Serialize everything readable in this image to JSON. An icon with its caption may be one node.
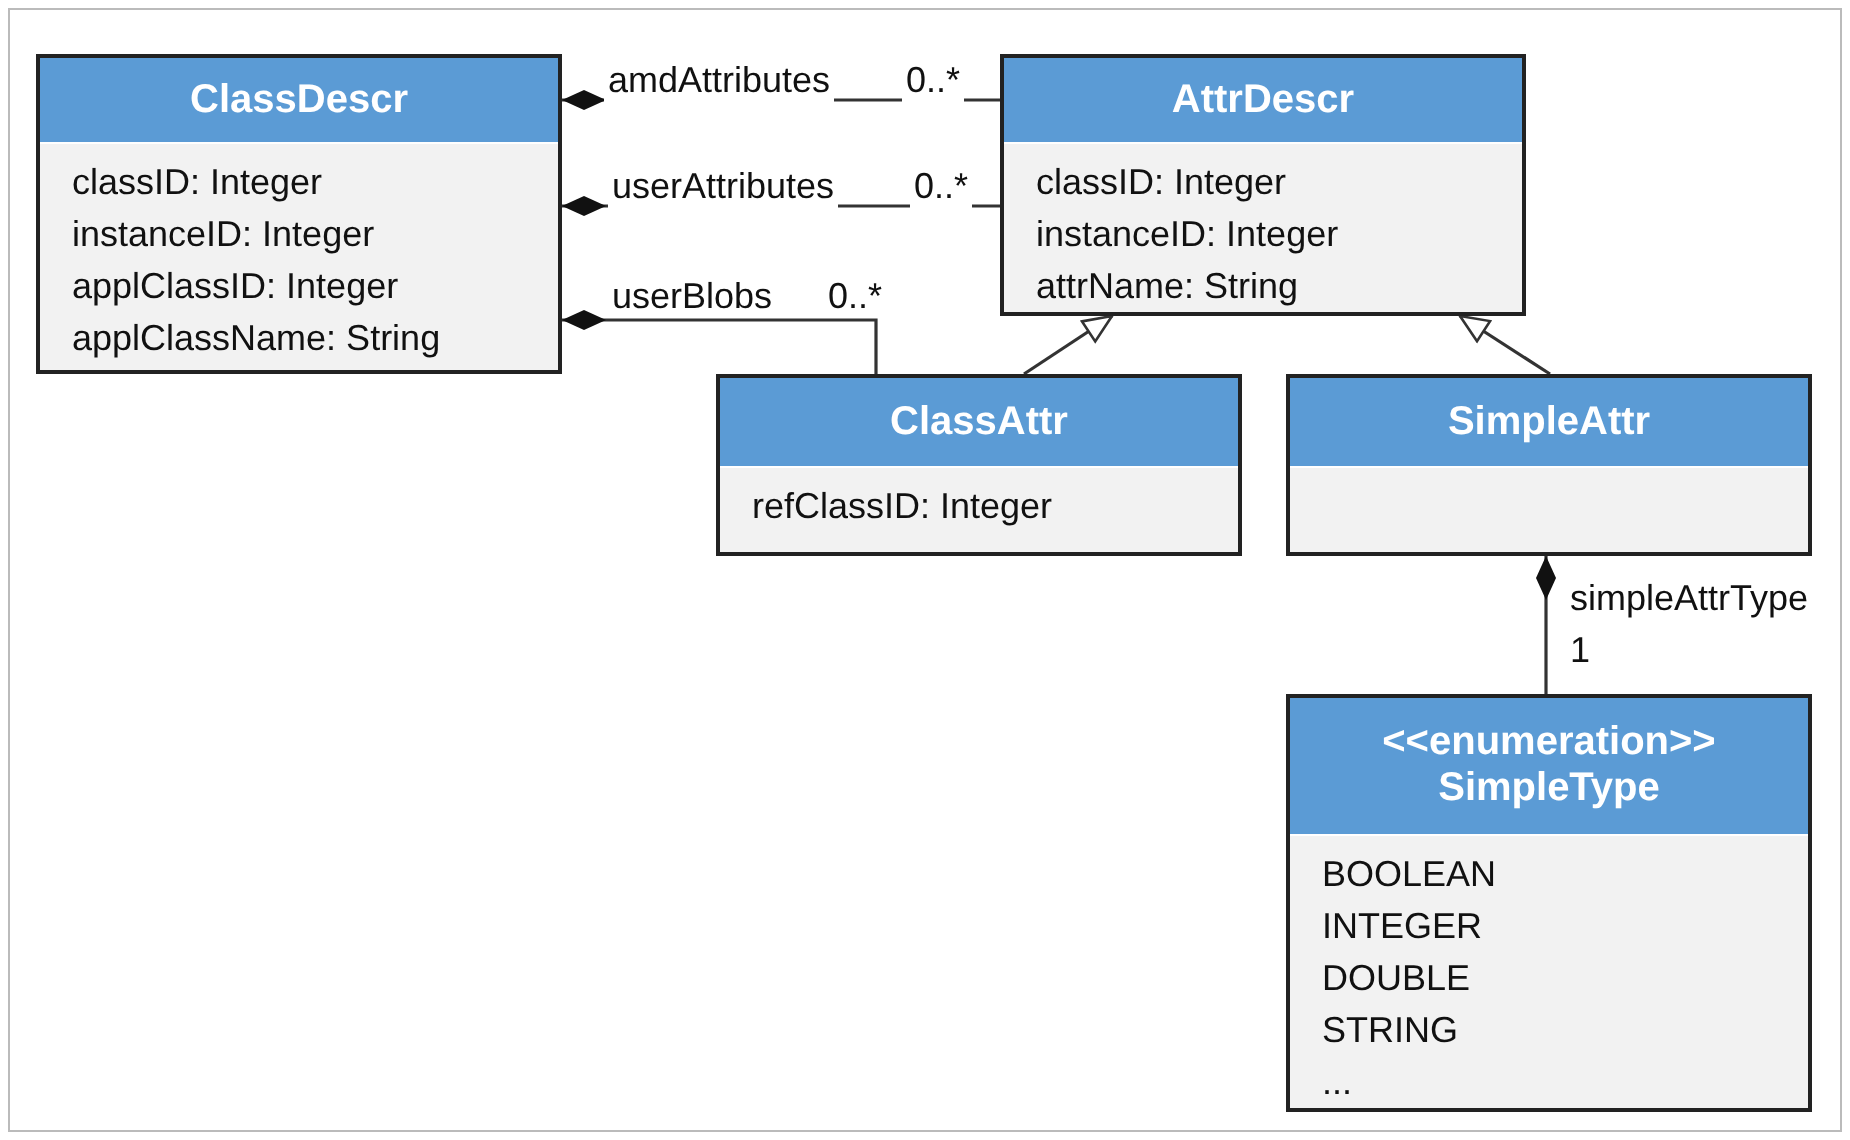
{
  "diagram": {
    "nodes": [
      {
        "text": [
          "ClassDescr",
          "classID: Integer",
          "instanceID: Integer",
          "applClassID: Integer",
          "applClassName: String"
        ]
      },
      {
        "text": [
          "AttrDescr",
          "classID: Integer",
          "instanceID: Integer",
          "attrName: String"
        ]
      },
      {
        "text": [
          "ClassAttr",
          "refClassID: Integer"
        ]
      },
      {
        "text": [
          "SimpleAttr"
        ]
      },
      {
        "text": [
          "<<enumeration>>",
          "SimpleType",
          "BOOLEAN",
          "INTEGER",
          "DOUBLE",
          "STRING",
          "..."
        ]
      }
    ],
    "edges": [
      {
        "from": 0,
        "to": 1,
        "arrow": "other",
        "label": "amdAttributes"
      },
      {
        "from": 0,
        "to": 1,
        "arrow": "other",
        "label": "userAttributes"
      },
      {
        "from": 0,
        "to": 2,
        "arrow": "other",
        "label": "userBlobs"
      },
      {
        "from": 2,
        "to": 1,
        "arrow": "to"
      },
      {
        "from": 3,
        "to": 1,
        "arrow": "to"
      },
      {
        "from": 3,
        "to": 4,
        "arrow": "other",
        "label": "simpleAttrType"
      }
    ],
    "labels": [
      "0..*",
      "0..*",
      "0..*",
      "1"
    ]
  }
}
